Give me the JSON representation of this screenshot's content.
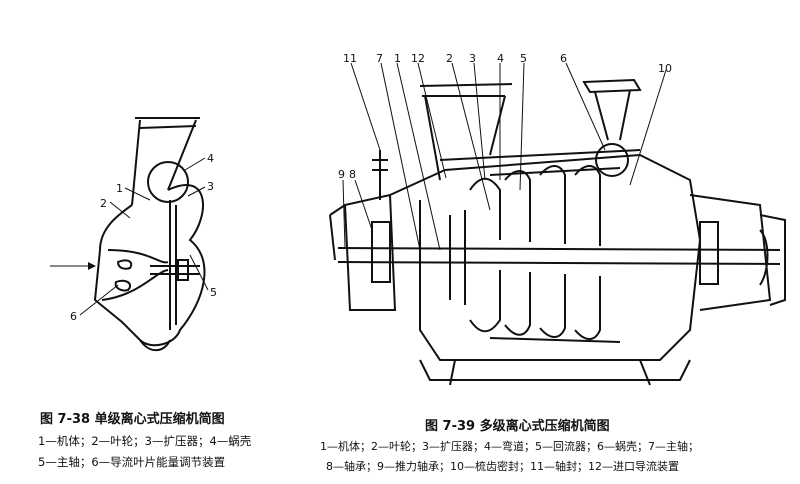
{
  "figures": [
    {
      "title": "图 7-38   单级离心式压缩机简图",
      "legend": [
        "1—机体；2—叶轮；3—扩压器；4—蜗壳",
        "5—主轴；6—导流叶片能量调节装置"
      ],
      "part_labels": [
        "1",
        "2",
        "3",
        "4",
        "5",
        "6"
      ]
    },
    {
      "title": "图 7-39   多级离心式压缩机简图",
      "legend": [
        "1—机体；2—叶轮；3—扩压器；4—弯道；5—回流器；6—蜗壳；7—主轴；",
        "8—轴承；9—推力轴承；10—梳齿密封；11—轴封；12—进口导流装置"
      ],
      "part_labels": [
        "11",
        "7",
        "1",
        "12",
        "2",
        "3",
        "4",
        "5",
        "6",
        "10",
        "8",
        "9"
      ]
    }
  ]
}
